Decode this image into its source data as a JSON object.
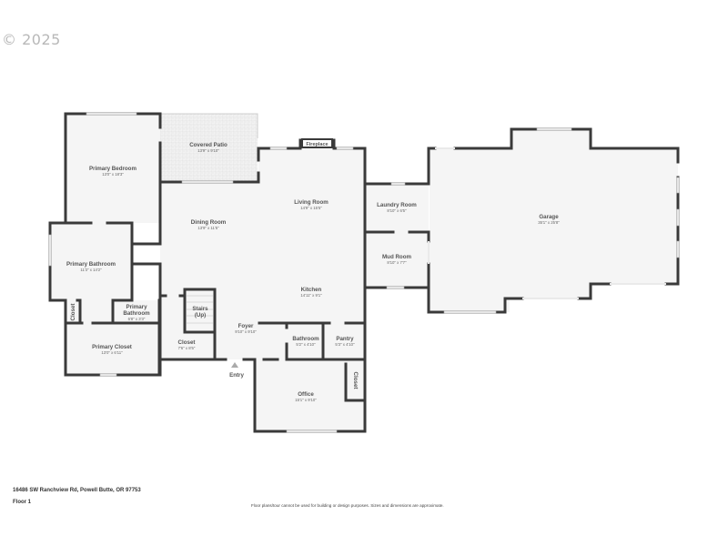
{
  "copyright": "© 2025",
  "floorplan": {
    "rooms": [
      {
        "id": "primary-bedroom",
        "name": "Primary Bedroom",
        "dims": "13'0\" x 18'3\""
      },
      {
        "id": "covered-patio",
        "name": "Covered Patio",
        "dims": "13'9\" x 9'10\""
      },
      {
        "id": "fireplace",
        "name": "Fireplace",
        "dims": ""
      },
      {
        "id": "living-room",
        "name": "Living Room",
        "dims": "14'9\" x 15'5\""
      },
      {
        "id": "dining-room",
        "name": "Dining Room",
        "dims": "13'9\" x 11'5\""
      },
      {
        "id": "laundry-room",
        "name": "Laundry Room",
        "dims": "8'10\" x 6'5\""
      },
      {
        "id": "mud-room",
        "name": "Mud Room",
        "dims": "8'10\" x 7'7\""
      },
      {
        "id": "garage",
        "name": "Garage",
        "dims": "35'1\" x 25'8\""
      },
      {
        "id": "primary-bathroom",
        "name": "Primary Bathroom",
        "dims": "11'3\" x 14'2\""
      },
      {
        "id": "primary-bathroom-2",
        "name_line1": "Primary",
        "name_line2": "Bathroom",
        "dims": "6'8\" x 3'3\""
      },
      {
        "id": "closet-small",
        "name": "Closet",
        "dims": ""
      },
      {
        "id": "primary-closet",
        "name": "Primary Closet",
        "dims": "13'0\" x 6'11\""
      },
      {
        "id": "kitchen",
        "name": "Kitchen",
        "dims": "14'11\" x 9'1\""
      },
      {
        "id": "stairs",
        "name_line1": "Stairs",
        "name_line2": "(Up)",
        "dims": ""
      },
      {
        "id": "closet-foyer",
        "name": "Closet",
        "dims": "7'6\" x 8'5\""
      },
      {
        "id": "foyer",
        "name": "Foyer",
        "dims": "9'10\" x 9'10\""
      },
      {
        "id": "bathroom",
        "name": "Bathroom",
        "dims": "5'2\" x 4'10\""
      },
      {
        "id": "pantry",
        "name": "Pantry",
        "dims": "5'3\" x 4'10\""
      },
      {
        "id": "office",
        "name": "Office",
        "dims": "15'1\" x 9'10\""
      },
      {
        "id": "office-closet",
        "name": "Closet",
        "dims": ""
      }
    ],
    "entry_label": "Entry"
  },
  "footer": {
    "address": "16486 SW Ranchview Rd, Powell Butte, OR 97753",
    "floor": "Floor 1",
    "disclaimer": "Floor plans/tour cannot be used for building or design purposes. Sizes and dimensions are approximate."
  },
  "colors": {
    "wall": "#3a3a3a",
    "floor": "#f5f5f5",
    "window": "#d9d9d9",
    "text": "#555555"
  }
}
